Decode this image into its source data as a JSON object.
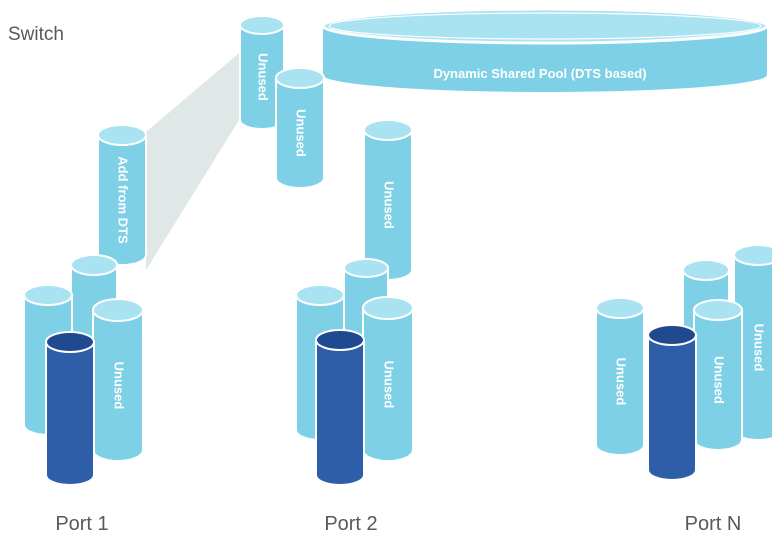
{
  "title": "Switch",
  "pool": {
    "label": "Dynamic Shared Pool (DTS based)"
  },
  "labels": {
    "unused": "Unused",
    "add_from_dts": "Add from DTS"
  },
  "ports": [
    {
      "label": "Port 1"
    },
    {
      "label": "Port 2"
    },
    {
      "label": "Port N"
    }
  ],
  "colors": {
    "light": "#7ed0e6",
    "light_top": "#a9e2f1",
    "dark": "#2f5ea8",
    "dark_top": "#1f4a8f",
    "wedge": "#dfe8e6",
    "text": "#595959"
  }
}
